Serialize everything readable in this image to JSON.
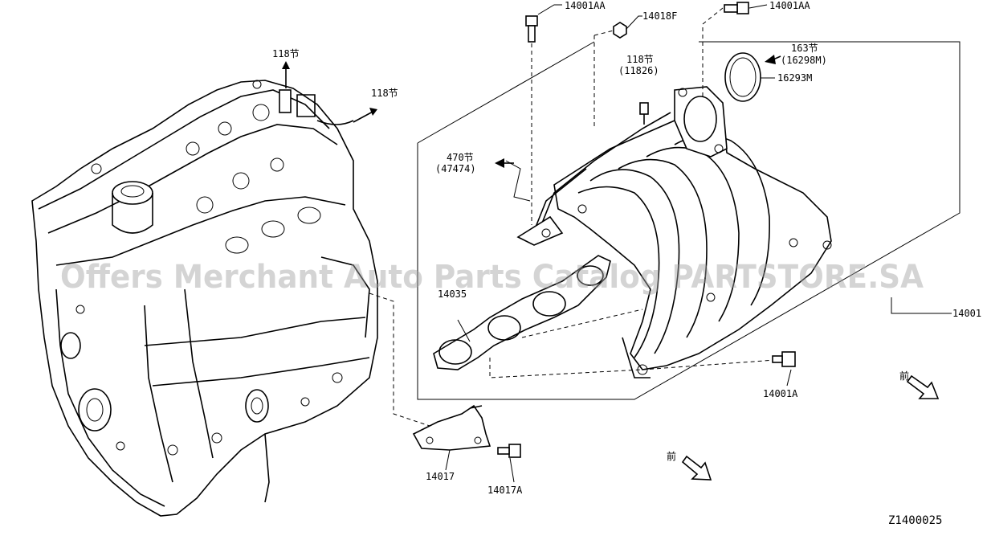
{
  "watermark": "Offers Merchant Auto Parts Catalog PARTSTORE.SA",
  "diagram_code": "Z1400025",
  "labels": {
    "p14001AA_top": "14001AA",
    "p14018F": "14018F",
    "p14001AA_right": "14001AA",
    "sec163": "163节",
    "sec163_code": "(16298M)",
    "p16293M": "16293M",
    "sec118_mid": "118节",
    "sec118_mid_code": "(11826)",
    "sec118_top": "118节",
    "sec118_right": "118节",
    "sec470": "470节",
    "sec470_code": "(47474)",
    "p14035": "14035",
    "p14001": "14001",
    "p14001A": "14001A",
    "p14017": "14017",
    "p14017A": "14017A",
    "front_right": "前",
    "front_bottom": "前"
  },
  "colors": {
    "line": "#000000",
    "watermark": "#a0a0a0",
    "background": "#ffffff"
  }
}
